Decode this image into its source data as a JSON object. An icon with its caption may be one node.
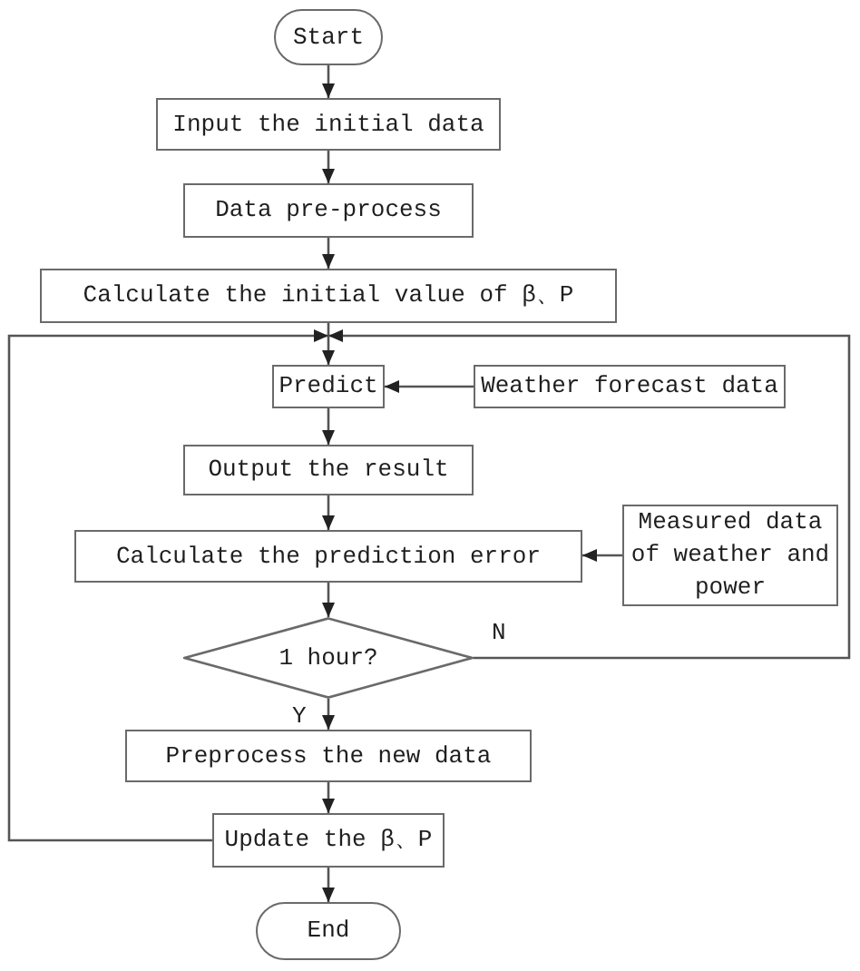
{
  "diagram": {
    "nodes": [
      {
        "text": [
          "Start"
        ]
      },
      {
        "text": [
          "Input the initial data"
        ]
      },
      {
        "text": [
          "Data pre-process"
        ]
      },
      {
        "text": [
          "Calculate the initial value of β、P"
        ]
      },
      {
        "text": [
          "Predict"
        ]
      },
      {
        "text": [
          "Weather forecast data"
        ]
      },
      {
        "text": [
          "Output the result"
        ]
      },
      {
        "text": [
          "Calculate the prediction error"
        ]
      },
      {
        "text": [
          "Measured data of weather and power"
        ]
      },
      {
        "text": [
          "1 hour?"
        ]
      },
      {
        "text": [
          "Preprocess the new data"
        ]
      },
      {
        "text": [
          "Update the β、P"
        ]
      },
      {
        "text": [
          "End"
        ]
      }
    ],
    "edges": [
      {
        "from": 0,
        "to": 1,
        "arrow": "to"
      },
      {
        "from": 1,
        "to": 2,
        "arrow": "to"
      },
      {
        "from": 2,
        "to": 3,
        "arrow": "to"
      },
      {
        "from": 3,
        "to": 4,
        "arrow": "to"
      },
      {
        "from": 5,
        "to": 4,
        "arrow": "to"
      },
      {
        "from": 4,
        "to": 6,
        "arrow": "to"
      },
      {
        "from": 6,
        "to": 7,
        "arrow": "to"
      },
      {
        "from": 8,
        "to": 7,
        "arrow": "to"
      },
      {
        "from": 7,
        "to": 9,
        "arrow": "to"
      },
      {
        "from": 9,
        "to": 4,
        "arrow": "to",
        "label": "N"
      },
      {
        "from": 9,
        "to": 10,
        "arrow": "to",
        "label": "Y"
      },
      {
        "from": 10,
        "to": 11,
        "arrow": "to"
      },
      {
        "from": 11,
        "to": 4,
        "arrow": "to"
      },
      {
        "from": 11,
        "to": 12,
        "arrow": "to"
      }
    ]
  }
}
